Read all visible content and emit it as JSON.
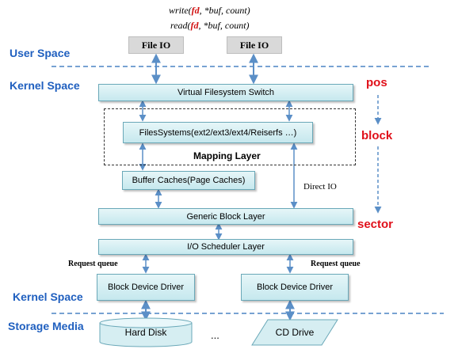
{
  "code": {
    "write_fn": "write(",
    "write_fd": "fd",
    "write_rest": ", *buf, count)",
    "read_fn": "read(",
    "read_fd": "fd",
    "read_rest": ", *buf, count)"
  },
  "file_io_left": "File IO",
  "file_io_right": "File IO",
  "labels": {
    "user_space": "User Space",
    "kernel_space_top": "Kernel Space",
    "kernel_space_bottom": "Kernel Space",
    "storage_media": "Storage Media"
  },
  "units": {
    "pos": "pos",
    "block": "block",
    "sector": "sector"
  },
  "layers": {
    "vfs": "Virtual Filesystem Switch",
    "filesystems": "FilesSystems(ext2/ext3/ext4/Reiserfs …)",
    "mapping": "Mapping  Layer",
    "buffer_caches": "Buffer Caches(Page Caches)",
    "direct_io": "Direct IO",
    "generic_block": "Generic Block Layer",
    "io_scheduler": "I/O Scheduler Layer",
    "request_queue_left": "Request queue",
    "request_queue_right": "Request queue",
    "driver_left": "Block Device Driver",
    "driver_right": "Block Device Driver",
    "hard_disk": "Hard Disk",
    "ellipsis": "...",
    "cd_drive": "CD Drive"
  },
  "colors": {
    "arrow": "#5b8fc7",
    "box_border": "#6aa8b8",
    "space_label": "#1f5fbf",
    "unit_label": "#e0101a"
  }
}
